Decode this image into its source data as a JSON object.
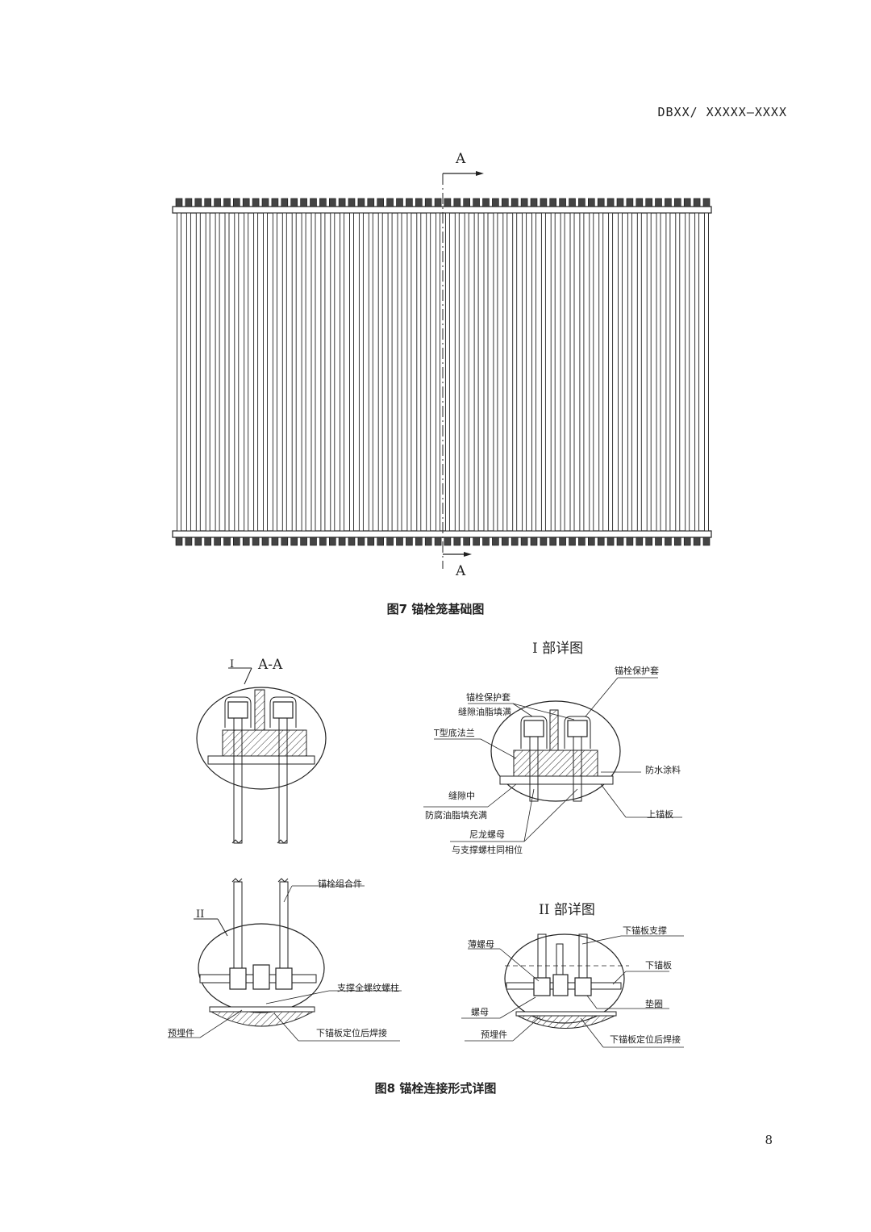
{
  "header": {
    "doc_code": "DBXX/ XXXXX—XXXX"
  },
  "fig7": {
    "caption": "图7  锚栓笼基础图",
    "section_mark_top": "A",
    "section_mark_bottom": "A"
  },
  "fig8": {
    "caption": "图8  锚栓连接形式详图",
    "panel_aa": {
      "title": "A-A",
      "marker": "I"
    },
    "panel_detail_1": {
      "title": "I 部详图",
      "labels": {
        "sleeve_top": "锚栓保护套",
        "sleeve": "锚栓保护套",
        "gap_grease": "缝隙油脂填满",
        "t_flange": "T型底法兰",
        "waterproof": "防水涂料",
        "gap_mid": "缝隙中",
        "anticorrosion": "防腐油脂填充满",
        "upper_plate": "上锚板",
        "nylon_nut": "尼龙螺母",
        "same_phase": "与支撑螺柱同相位"
      }
    },
    "panel_lower": {
      "marker": "II",
      "labels": {
        "assembly": "锚栓组合件",
        "support_stud": "支撑全螺纹螺柱",
        "embedded": "预埋件",
        "weld": "下锚板定位后焊接"
      }
    },
    "panel_detail_2": {
      "title": "II 部详图",
      "labels": {
        "lower_support": "下锚板支撑",
        "thin_nut": "薄螺母",
        "lower_plate": "下锚板",
        "washer": "垫圈",
        "nut": "螺母",
        "embedded": "预埋件",
        "weld": "下锚板定位后焊接"
      }
    }
  },
  "footer": {
    "page_number": "8"
  }
}
